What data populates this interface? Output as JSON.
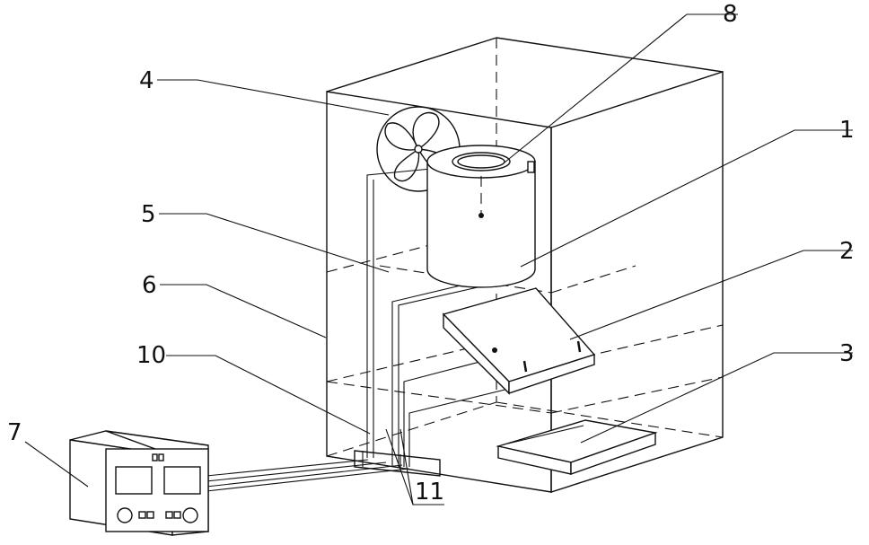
{
  "labels": {
    "l1": "1",
    "l2": "2",
    "l3": "3",
    "l4": "4",
    "l5": "5",
    "l6": "6",
    "l7": "7",
    "l8": "8",
    "l10": "10",
    "l11": "11"
  }
}
